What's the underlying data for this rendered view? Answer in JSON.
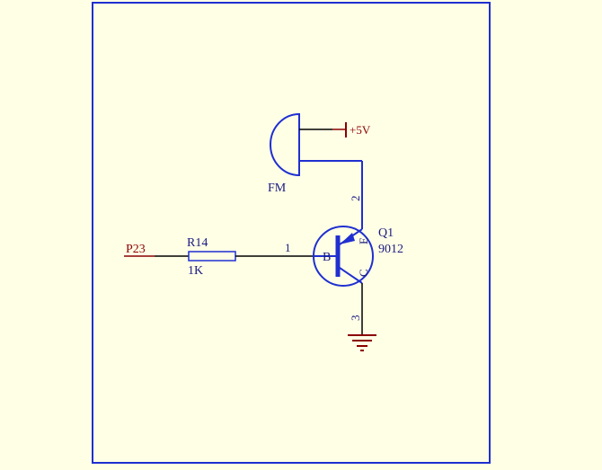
{
  "colors": {
    "background": "#ffffe6",
    "frame": "#1f2fd0",
    "symbol": "#1f2fd0",
    "wire": "#000000",
    "power": "#8b0000",
    "label_blue": "#1a1a80",
    "label_red": "#8b0000"
  },
  "net_labels": {
    "input": "P23",
    "supply": "+5V"
  },
  "buzzer": {
    "designator": "FM"
  },
  "resistor": {
    "designator": "R14",
    "value": "1K"
  },
  "transistor": {
    "designator": "Q1",
    "part": "9012",
    "base_letter": "B",
    "emitter_letter": "E",
    "collector_letter": "C",
    "pin_base": "1",
    "pin_emitter": "2",
    "pin_collector": "3"
  }
}
